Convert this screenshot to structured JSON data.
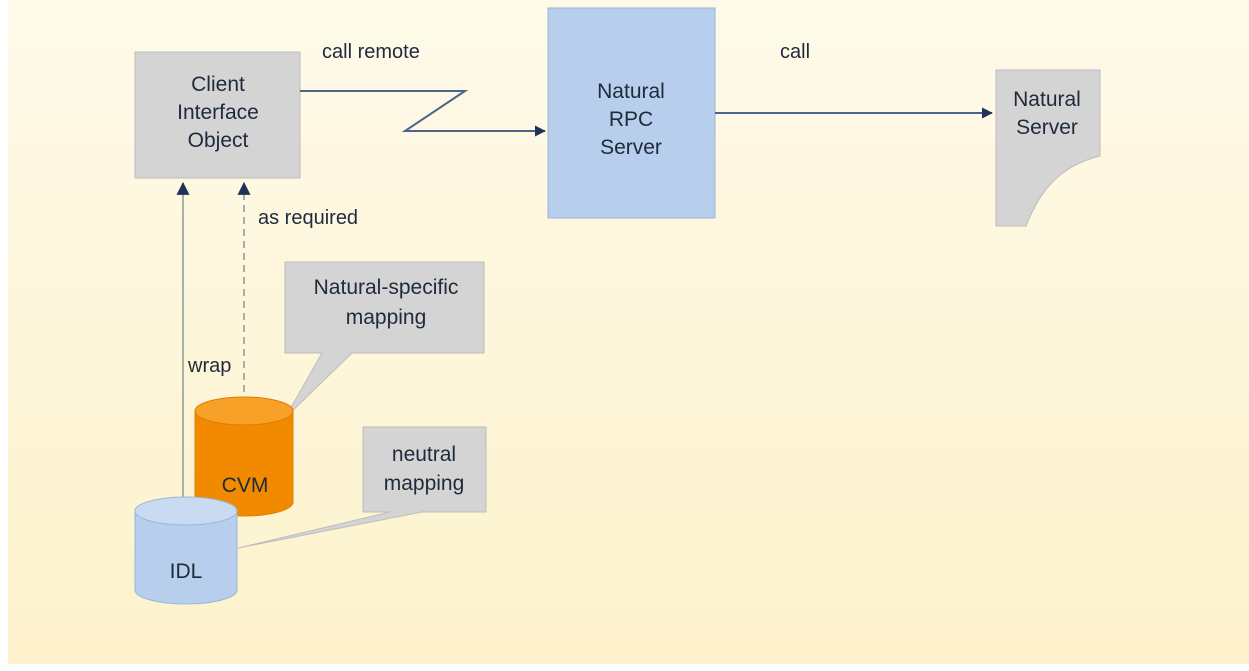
{
  "nodes": {
    "client_interface_object": {
      "lines": [
        "Client",
        "Interface",
        "Object"
      ]
    },
    "natural_rpc_server": {
      "lines": [
        "Natural",
        "RPC",
        "Server"
      ]
    },
    "natural_server": {
      "lines": [
        "Natural",
        "Server"
      ]
    },
    "cvm": {
      "label": "CVM"
    },
    "idl": {
      "label": "IDL"
    }
  },
  "callouts": {
    "natural_specific_mapping": {
      "lines": [
        "Natural-specific",
        "mapping"
      ]
    },
    "neutral_mapping": {
      "lines": [
        "neutral",
        "mapping"
      ]
    }
  },
  "edges": {
    "call_remote": "call remote",
    "call": "call",
    "as_required": "as required",
    "wrap": "wrap"
  },
  "colors": {
    "background_top": "#fdf7e3",
    "background_bottom": "#fdf3cf",
    "gray_box": "#d4d4d4",
    "gray_box_border": "#b8b8b8",
    "blue_box": "#b7cfec",
    "blue_box_border": "#98b4d6",
    "cvm_orange": "#f28a00",
    "idl_blue": "#b7cfec",
    "line_navy": "#2b3f66"
  }
}
